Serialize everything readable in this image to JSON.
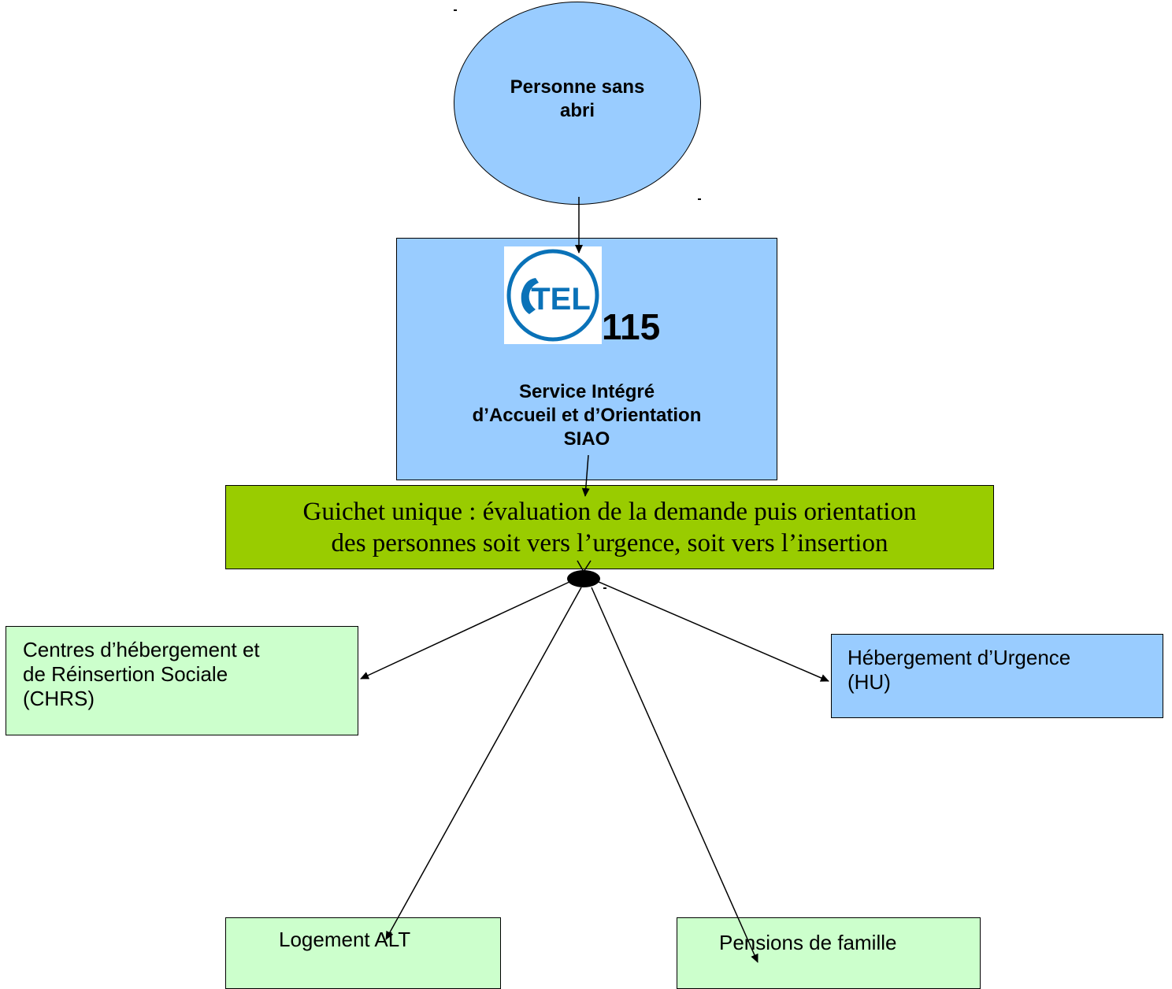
{
  "nodes": {
    "sans_abri": {
      "lines": [
        "Personne sans",
        "abri"
      ]
    },
    "siao": {
      "number": "115",
      "logo_text": "TEL",
      "lines": [
        "Service Intégré",
        "d’Accueil et d’Orientation",
        "SIAO"
      ]
    },
    "guichet": {
      "lines": [
        "Guichet unique : évaluation de la demande puis orientation",
        "des personnes soit vers l’urgence, soit vers l’insertion"
      ]
    },
    "chrs": {
      "lines": [
        "Centres d’hébergement et",
        "de Réinsertion Sociale",
        "(CHRS)"
      ]
    },
    "hu": {
      "lines": [
        "Hébergement d’Urgence",
        "(HU)"
      ]
    },
    "alt": {
      "lines": [
        "Logement ALT"
      ]
    },
    "pensions": {
      "lines": [
        "Pensions de famille"
      ]
    }
  },
  "icons": {
    "logo": "tel-phone-logo-icon"
  },
  "colors": {
    "blue": "#99ccff",
    "lime": "#99cc00",
    "light_green": "#ccffcc",
    "logo_blue": "#0a72b8"
  }
}
